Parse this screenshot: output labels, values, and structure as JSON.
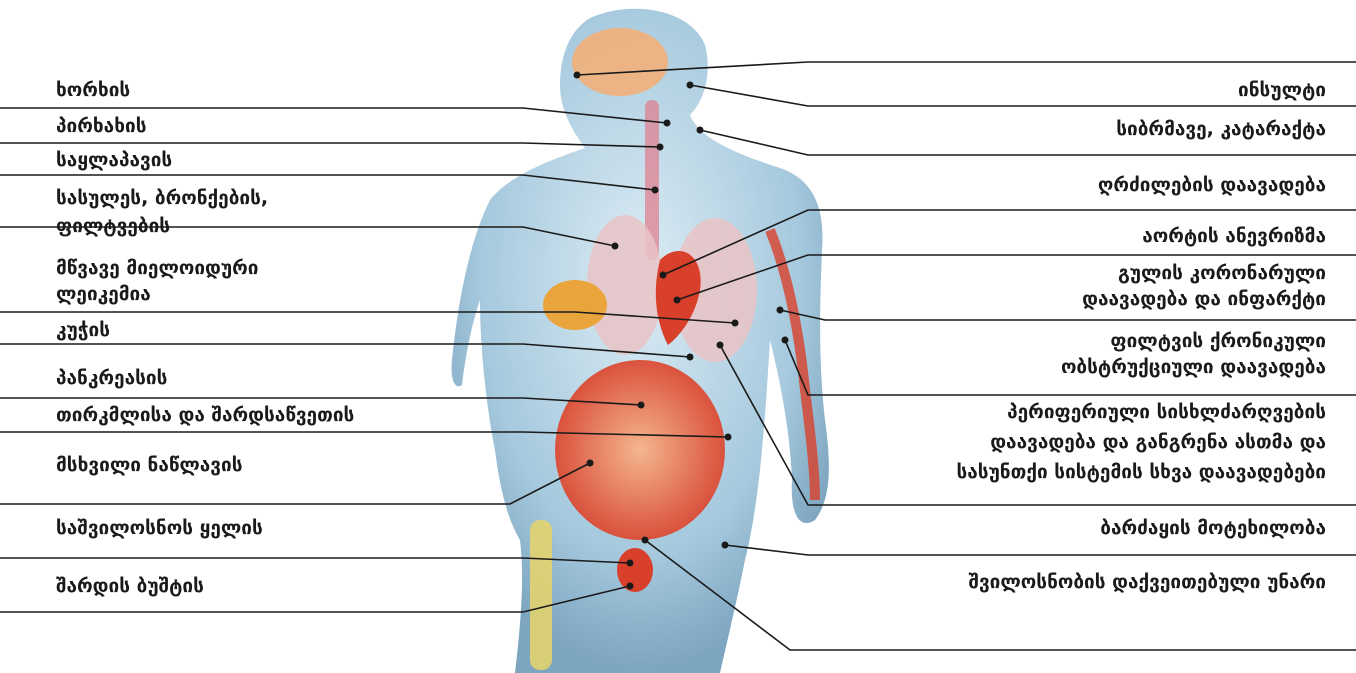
{
  "left_labels": [
    "ხორხის",
    "პირხახის",
    "საყლაპავის",
    "სასულეს, ბრონქების,",
    "ფილტვების",
    "მწვავე მიელოიდური",
    "ლეიკემია",
    "კუჭის",
    "პანკრეასის",
    "თირკმლისა და შარდსაწვეთის",
    "მსხვილი ნაწლავის",
    "საშვილოსნოს ყელის",
    "შარდის ბუშტის"
  ],
  "right_labels": [
    "ინსულტი",
    "სიბრმავე, კატარაქტა",
    "ღრძილების დაავადება",
    "აორტის ანევრიზმა",
    "გულის კორონარული",
    "დაავადება და ინფარქტი",
    "ფილტვის ქრონიკული",
    "ობსტრუქციული დაავადება",
    "პერიფერიული სისხლძარღვების",
    "დაავადება და განგრენა ასთმა და",
    "სასუნთქი სისტემის სხვა დაავადებები",
    "ბარძაყის მოტეხილობა",
    "შვილოსნობის დაქვეითებული უნარი"
  ],
  "colors": {
    "line": "#1a1a1a",
    "text": "#1a1a1a",
    "body_skin": "#8fb9d4",
    "organ_red": "#d9402b",
    "organ_orange": "#e9823b",
    "brain": "#f2b07a"
  }
}
